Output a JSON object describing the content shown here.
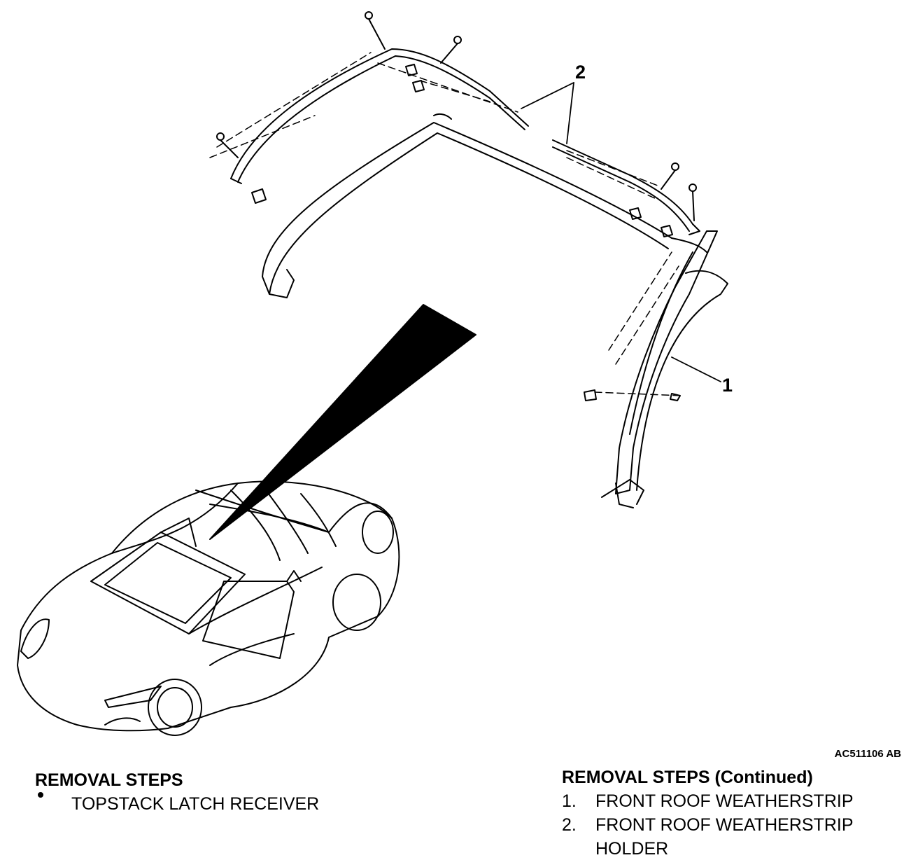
{
  "diagram": {
    "callouts": [
      {
        "id": "1",
        "label": "1"
      },
      {
        "id": "2",
        "label": "2"
      }
    ],
    "figure_code": "AC511106 AB"
  },
  "removal_steps": {
    "heading": "REMOVAL STEPS",
    "items": [
      {
        "marker": "bullet",
        "text": "TOPSTACK LATCH RECEIVER"
      }
    ]
  },
  "removal_steps_continued": {
    "heading": "REMOVAL STEPS (Continued)",
    "items": [
      {
        "marker": "1.",
        "text": "FRONT ROOF WEATHERSTRIP"
      },
      {
        "marker": "2.",
        "text": "FRONT ROOF WEATHERSTRIP",
        "text_cont": "HOLDER"
      }
    ]
  }
}
